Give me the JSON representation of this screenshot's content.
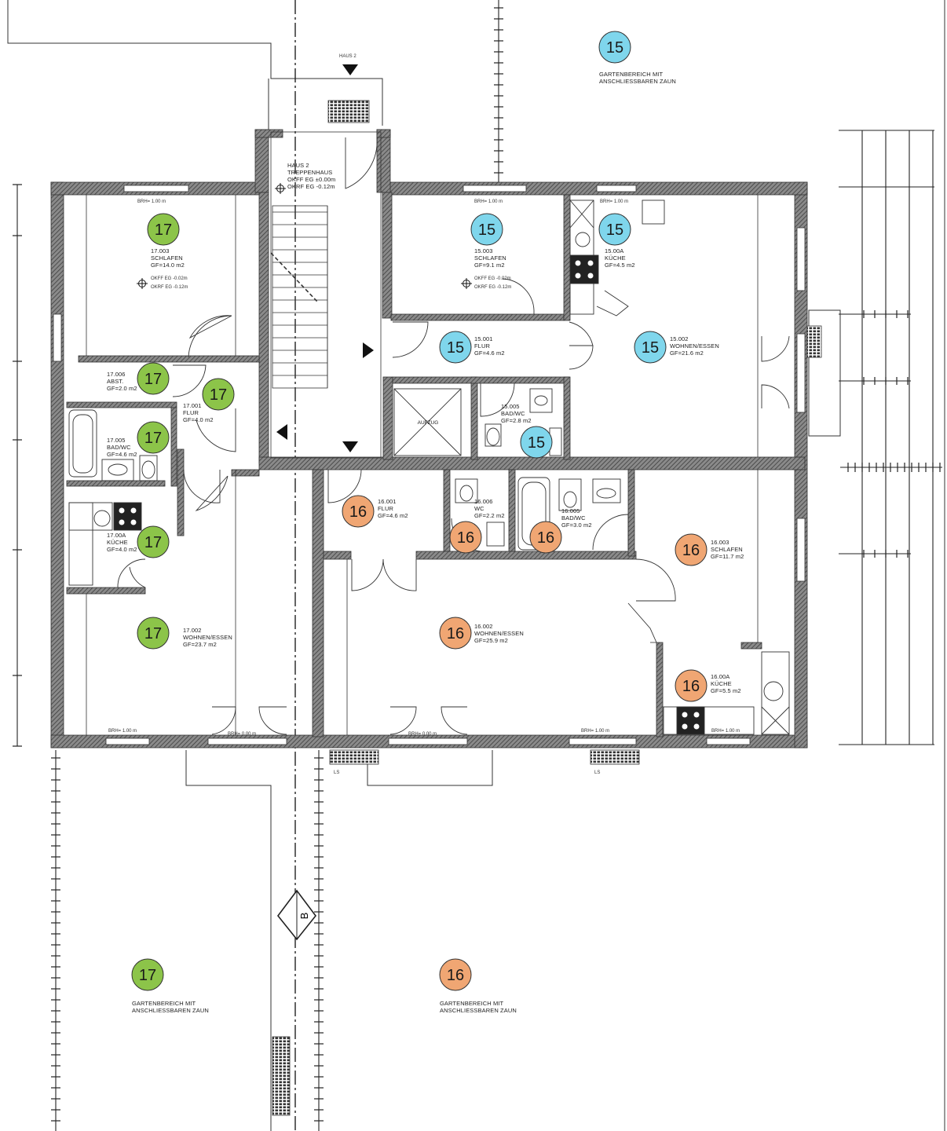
{
  "colors": {
    "unit15": "#7fd6ec",
    "unit16": "#f0a673",
    "unit17": "#8cc449",
    "wall": "#595959"
  },
  "unit_badges": [
    {
      "id": "u15-garden",
      "unit": "15",
      "color": "unit15"
    },
    {
      "id": "u15-schlafen",
      "unit": "15",
      "color": "unit15"
    },
    {
      "id": "u15-kuche",
      "unit": "15",
      "color": "unit15"
    },
    {
      "id": "u15-flur",
      "unit": "15",
      "color": "unit15"
    },
    {
      "id": "u15-wohnen",
      "unit": "15",
      "color": "unit15"
    },
    {
      "id": "u15-bad",
      "unit": "15",
      "color": "unit15"
    },
    {
      "id": "u17-schlafen",
      "unit": "17",
      "color": "unit17"
    },
    {
      "id": "u17-abst",
      "unit": "17",
      "color": "unit17"
    },
    {
      "id": "u17-flur",
      "unit": "17",
      "color": "unit17"
    },
    {
      "id": "u17-bad",
      "unit": "17",
      "color": "unit17"
    },
    {
      "id": "u17-kuche",
      "unit": "17",
      "color": "unit17"
    },
    {
      "id": "u17-wohnen",
      "unit": "17",
      "color": "unit17"
    },
    {
      "id": "u17-garden",
      "unit": "17",
      "color": "unit17"
    },
    {
      "id": "u16-flur",
      "unit": "16",
      "color": "unit16"
    },
    {
      "id": "u16-wc",
      "unit": "16",
      "color": "unit16"
    },
    {
      "id": "u16-bad",
      "unit": "16",
      "color": "unit16"
    },
    {
      "id": "u16-schlafen",
      "unit": "16",
      "color": "unit16"
    },
    {
      "id": "u16-wohnen",
      "unit": "16",
      "color": "unit16"
    },
    {
      "id": "u16-kuche",
      "unit": "16",
      "color": "unit16"
    },
    {
      "id": "u16-garden",
      "unit": "16",
      "color": "unit16"
    }
  ],
  "room_labels": [
    {
      "lines": [
        "GARTENBEREICH MIT",
        "ANSCHLIESSBAREN ZAUN"
      ]
    },
    {
      "lines": [
        "15.003",
        "SCHLAFEN",
        "GF=9.1 m2"
      ]
    },
    {
      "lines": [
        "15.00A",
        "KÜCHE",
        "GF=4.5 m2"
      ]
    },
    {
      "lines": [
        "15.001",
        "FLUR",
        "GF=4.6 m2"
      ]
    },
    {
      "lines": [
        "15.002",
        "WOHNEN/ESSEN",
        "GF=21.6 m2"
      ]
    },
    {
      "lines": [
        "15.005",
        "BAD/WC",
        "GF=2.8 m2"
      ]
    },
    {
      "lines": [
        "17.003",
        "SCHLAFEN",
        "GF=14.0 m2"
      ]
    },
    {
      "lines": [
        "17.006",
        "ABST.",
        "GF=2.0 m2"
      ]
    },
    {
      "lines": [
        "17.001",
        "FLUR",
        "GF=4.0 m2"
      ]
    },
    {
      "lines": [
        "17.005",
        "BAD/WC",
        "GF=4.6 m2"
      ]
    },
    {
      "lines": [
        "17.00A",
        "KÜCHE",
        "GF=4.0 m2"
      ]
    },
    {
      "lines": [
        "17.002",
        "WOHNEN/ESSEN",
        "GF=23.7 m2"
      ]
    },
    {
      "lines": [
        "GARTENBEREICH MIT",
        "ANSCHLIESSBAREN ZAUN"
      ]
    },
    {
      "lines": [
        "16.001",
        "FLUR",
        "GF=4.6 m2"
      ]
    },
    {
      "lines": [
        "16.006",
        "WC",
        "GF=2.2 m2"
      ]
    },
    {
      "lines": [
        "16.005",
        "BAD/WC",
        "GF=3.0 m2"
      ]
    },
    {
      "lines": [
        "16.003",
        "SCHLAFEN",
        "GF=11.7 m2"
      ]
    },
    {
      "lines": [
        "16.002",
        "WOHNEN/ESSEN",
        "GF=25.9 m2"
      ]
    },
    {
      "lines": [
        "16.00A",
        "KÜCHE",
        "GF=5.5 m2"
      ]
    },
    {
      "lines": [
        "GARTENBEREICH MIT",
        "ANSCHLIESSBAREN ZAUN"
      ]
    },
    {
      "lines": [
        "HAUS 2",
        "TREPPENHAUS",
        "OKFF EG ±0.00m",
        "OKRF EG -0.12m"
      ]
    }
  ],
  "marks": {
    "haus2": "HAUS 2",
    "aufzug": "AUFZUG",
    "brh_100": "BRH= 1.00 m",
    "brh_000": "BRH= 0.00 m",
    "ls": "LS",
    "okff": "OKFF EG -0.02m",
    "okrf": "OKRF EG -0.12m",
    "axis": "AXIS",
    "axis_letter": "B"
  }
}
